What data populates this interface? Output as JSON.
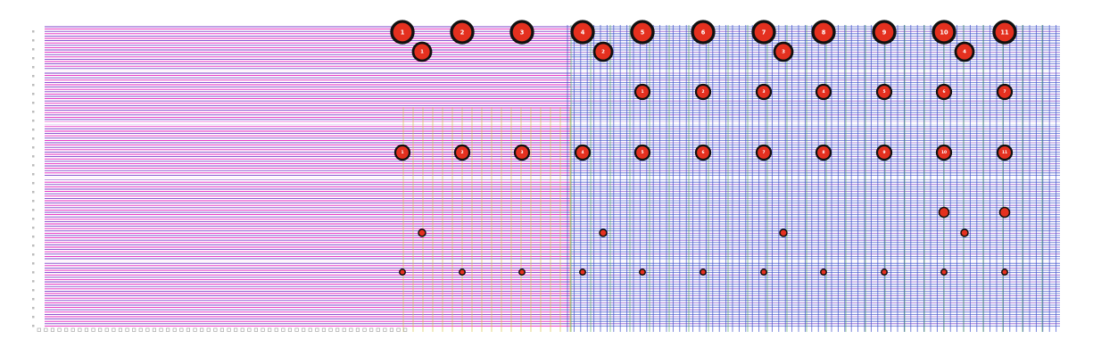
{
  "diagram": {
    "type": "pcb-routing-view",
    "colors": {
      "background": "#ffffff",
      "trace_magenta": "#e21fbf",
      "trace_purple": "#7b3fc8",
      "trace_blue": "#3a4cc9",
      "trace_green": "#3fa34a",
      "trace_yellow": "#d8c24a",
      "pad_fill": "#e4301f",
      "pad_ring": "#111111",
      "pad_text": "#ffffff"
    },
    "pad_rows": [
      {
        "name": "row-1",
        "count": 11,
        "size": "xl",
        "labels": [
          "1",
          "2",
          "3",
          "4",
          "5",
          "6",
          "7",
          "8",
          "9",
          "10",
          "11"
        ]
      },
      {
        "name": "row-2",
        "count": 4,
        "size": "l",
        "labels": [
          "1",
          "2",
          "3",
          "4"
        ]
      },
      {
        "name": "row-3",
        "count": 7,
        "size": "m",
        "labels": [
          "1",
          "2",
          "3",
          "4",
          "5",
          "6",
          "7"
        ]
      },
      {
        "name": "row-4",
        "count": 11,
        "size": "m",
        "labels": [
          "1",
          "2",
          "3",
          "4",
          "5",
          "6",
          "7",
          "8",
          "9",
          "10",
          "11"
        ]
      },
      {
        "name": "row-5",
        "count": 2,
        "size": "s",
        "labels": [
          "",
          ""
        ]
      },
      {
        "name": "row-6",
        "count": 4,
        "size": "xs",
        "labels": [
          "",
          "",
          "",
          ""
        ]
      },
      {
        "name": "row-7",
        "count": 11,
        "size": "xxs",
        "labels": [
          "",
          "",
          "",
          "",
          "",
          "",
          "",
          "",
          "",
          "",
          ""
        ]
      }
    ]
  }
}
